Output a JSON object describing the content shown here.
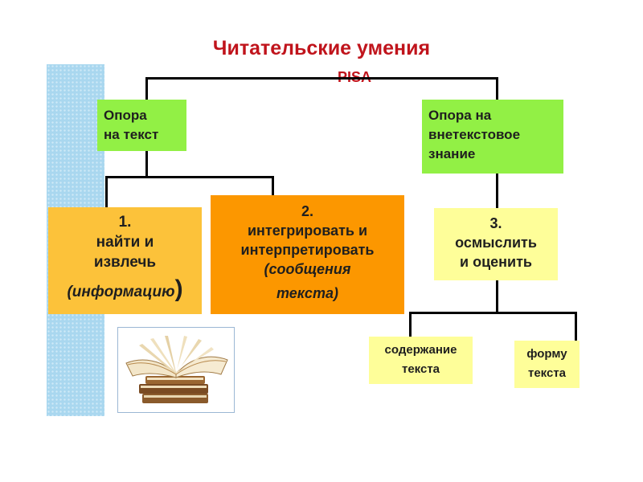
{
  "title": "Читательские умения",
  "subtitle": "PISA",
  "nodes": {
    "text_support": {
      "line1": "Опора",
      "line2": "на текст"
    },
    "extratext_support": {
      "line1": "Опора на",
      "line2": "внетекстовое",
      "line3": "знание"
    },
    "skill1": {
      "line1": "1.",
      "line2": "найти и",
      "line3": "извлечь",
      "line4": "(информацию",
      "close_paren": ")"
    },
    "skill2": {
      "line1": "2.",
      "line2": "интегрировать и",
      "line3": "интерпретировать",
      "line4": "(сообщения",
      "line5": "текста)"
    },
    "skill3": {
      "line1": "3.",
      "line2": "осмыслить",
      "line3": "и оценить"
    },
    "content": {
      "line1": "содержание",
      "line2": "текста"
    },
    "form": {
      "line1": "форму",
      "line2": "текста"
    }
  },
  "image": {
    "icon": "open-books-icon"
  },
  "colors": {
    "title": "#c0141c",
    "green": "#92f045",
    "orange_light": "#fcc23a",
    "orange_dark": "#fc9700",
    "yellow": "#fefe99",
    "sidebar": "#a9d7ef"
  }
}
